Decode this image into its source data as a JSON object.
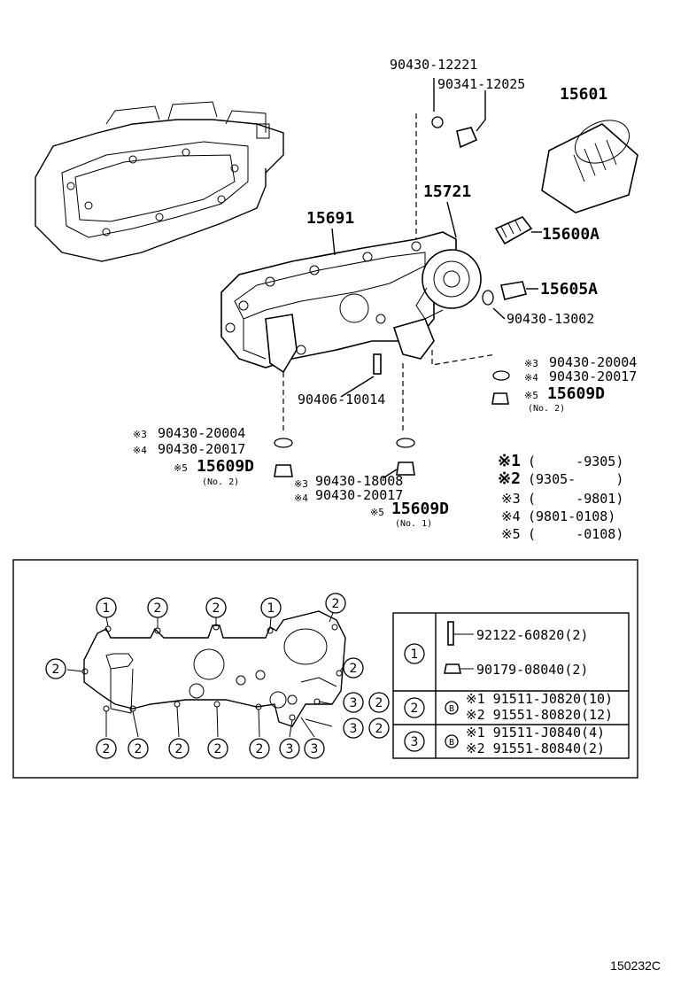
{
  "parts": {
    "p_90430_12221": "90430-12221",
    "p_90341_12025": "90341-12025",
    "p_15601": "15601",
    "p_15721": "15721",
    "p_15691": "15691",
    "p_15600A": "15600A",
    "p_15605A": "15605A",
    "p_90430_13002": "90430-13002",
    "p_90406_10014": "90406-10014",
    "r_20004": "90430-20004",
    "r_20017": "90430-20017",
    "r_15609D": "15609D",
    "r_no2": "(No. 2)",
    "l_20004": "90430-20004",
    "l_20017": "90430-20017",
    "l_15609D": "15609D",
    "l_no2": "(No. 2)",
    "c_18008": "90430-18008",
    "c_20017": "90430-20017",
    "c_15609D": "15609D",
    "c_no1": "(No. 1)"
  },
  "marks": {
    "m3": "※3",
    "m4": "※4",
    "m5": "※5"
  },
  "legend": {
    "l1_mark": "※1",
    "l1_text": "(     -9305)",
    "l2_mark": "※2",
    "l2_text": "(9305-     )",
    "l3_mark": "※3",
    "l3_text": "(     -9801)",
    "l4_mark": "※4",
    "l4_text": "(9801-0108)",
    "l5_mark": "※5",
    "l5_text": "(     -0108)"
  },
  "table": {
    "row1_id": "1",
    "row1_a": "92122-60820(2)",
    "row1_b": "90179-08040(2)",
    "row2_id": "2",
    "row2_a": "※1 91511-J0820(10)",
    "row2_b": "※2 91551-80820(12)",
    "row3_id": "3",
    "row3_a": "※1 91511-J0840(4)",
    "row3_b": "※2 91551-80840(2)",
    "bolt_badge": "B"
  },
  "callouts": {
    "c1": "1",
    "c2": "2",
    "c3": "3"
  },
  "diagram_code": "150232C"
}
